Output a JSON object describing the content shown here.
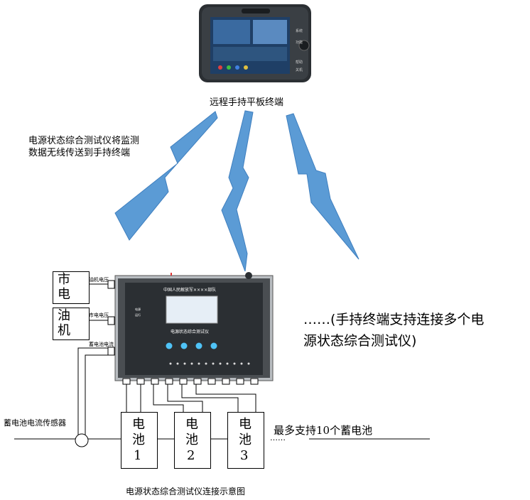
{
  "tablet": {
    "label": "远程手持平板终端",
    "side_keys": [
      "系统",
      "功能",
      "帮助",
      "关机"
    ]
  },
  "wireless_note": [
    "电源状态综合测试仪将监测",
    "数据无线传送到手持终端"
  ],
  "instrument": {
    "header": "中国人民解放军××××部队",
    "title": "电源状态综合测试仪",
    "side_labels": [
      "电源",
      "运行"
    ]
  },
  "inputs": {
    "mains": {
      "name": "市电",
      "chars": [
        "市",
        "电"
      ],
      "terminal_label": "油机电压"
    },
    "generator": {
      "name": "油机",
      "chars": [
        "油",
        "机"
      ],
      "terminal_label": "市电电压"
    },
    "battery_current_label": "蓄电池电流",
    "sensor_label": "蓄电池电流传感器"
  },
  "batteries": [
    {
      "char1": "电",
      "char2": "池",
      "num": "1"
    },
    {
      "char1": "电",
      "char2": "池",
      "num": "2"
    },
    {
      "char1": "电",
      "char2": "池",
      "num": "3"
    }
  ],
  "battery_ellipsis": "……",
  "max_batteries_note": "最多支持10个蓄电池",
  "multi_device_note": [
    "……(手持终端支持连接多个电",
    "源状态综合测试仪)"
  ],
  "caption": "电源状态综合测试仪连接示意图",
  "colors": {
    "signal": "#5b9bd5",
    "signal_stroke": "#3f7fbf",
    "device_dark": "#2b2f33",
    "device_frame": "#4a4e52",
    "screen": "#e6eef6"
  }
}
